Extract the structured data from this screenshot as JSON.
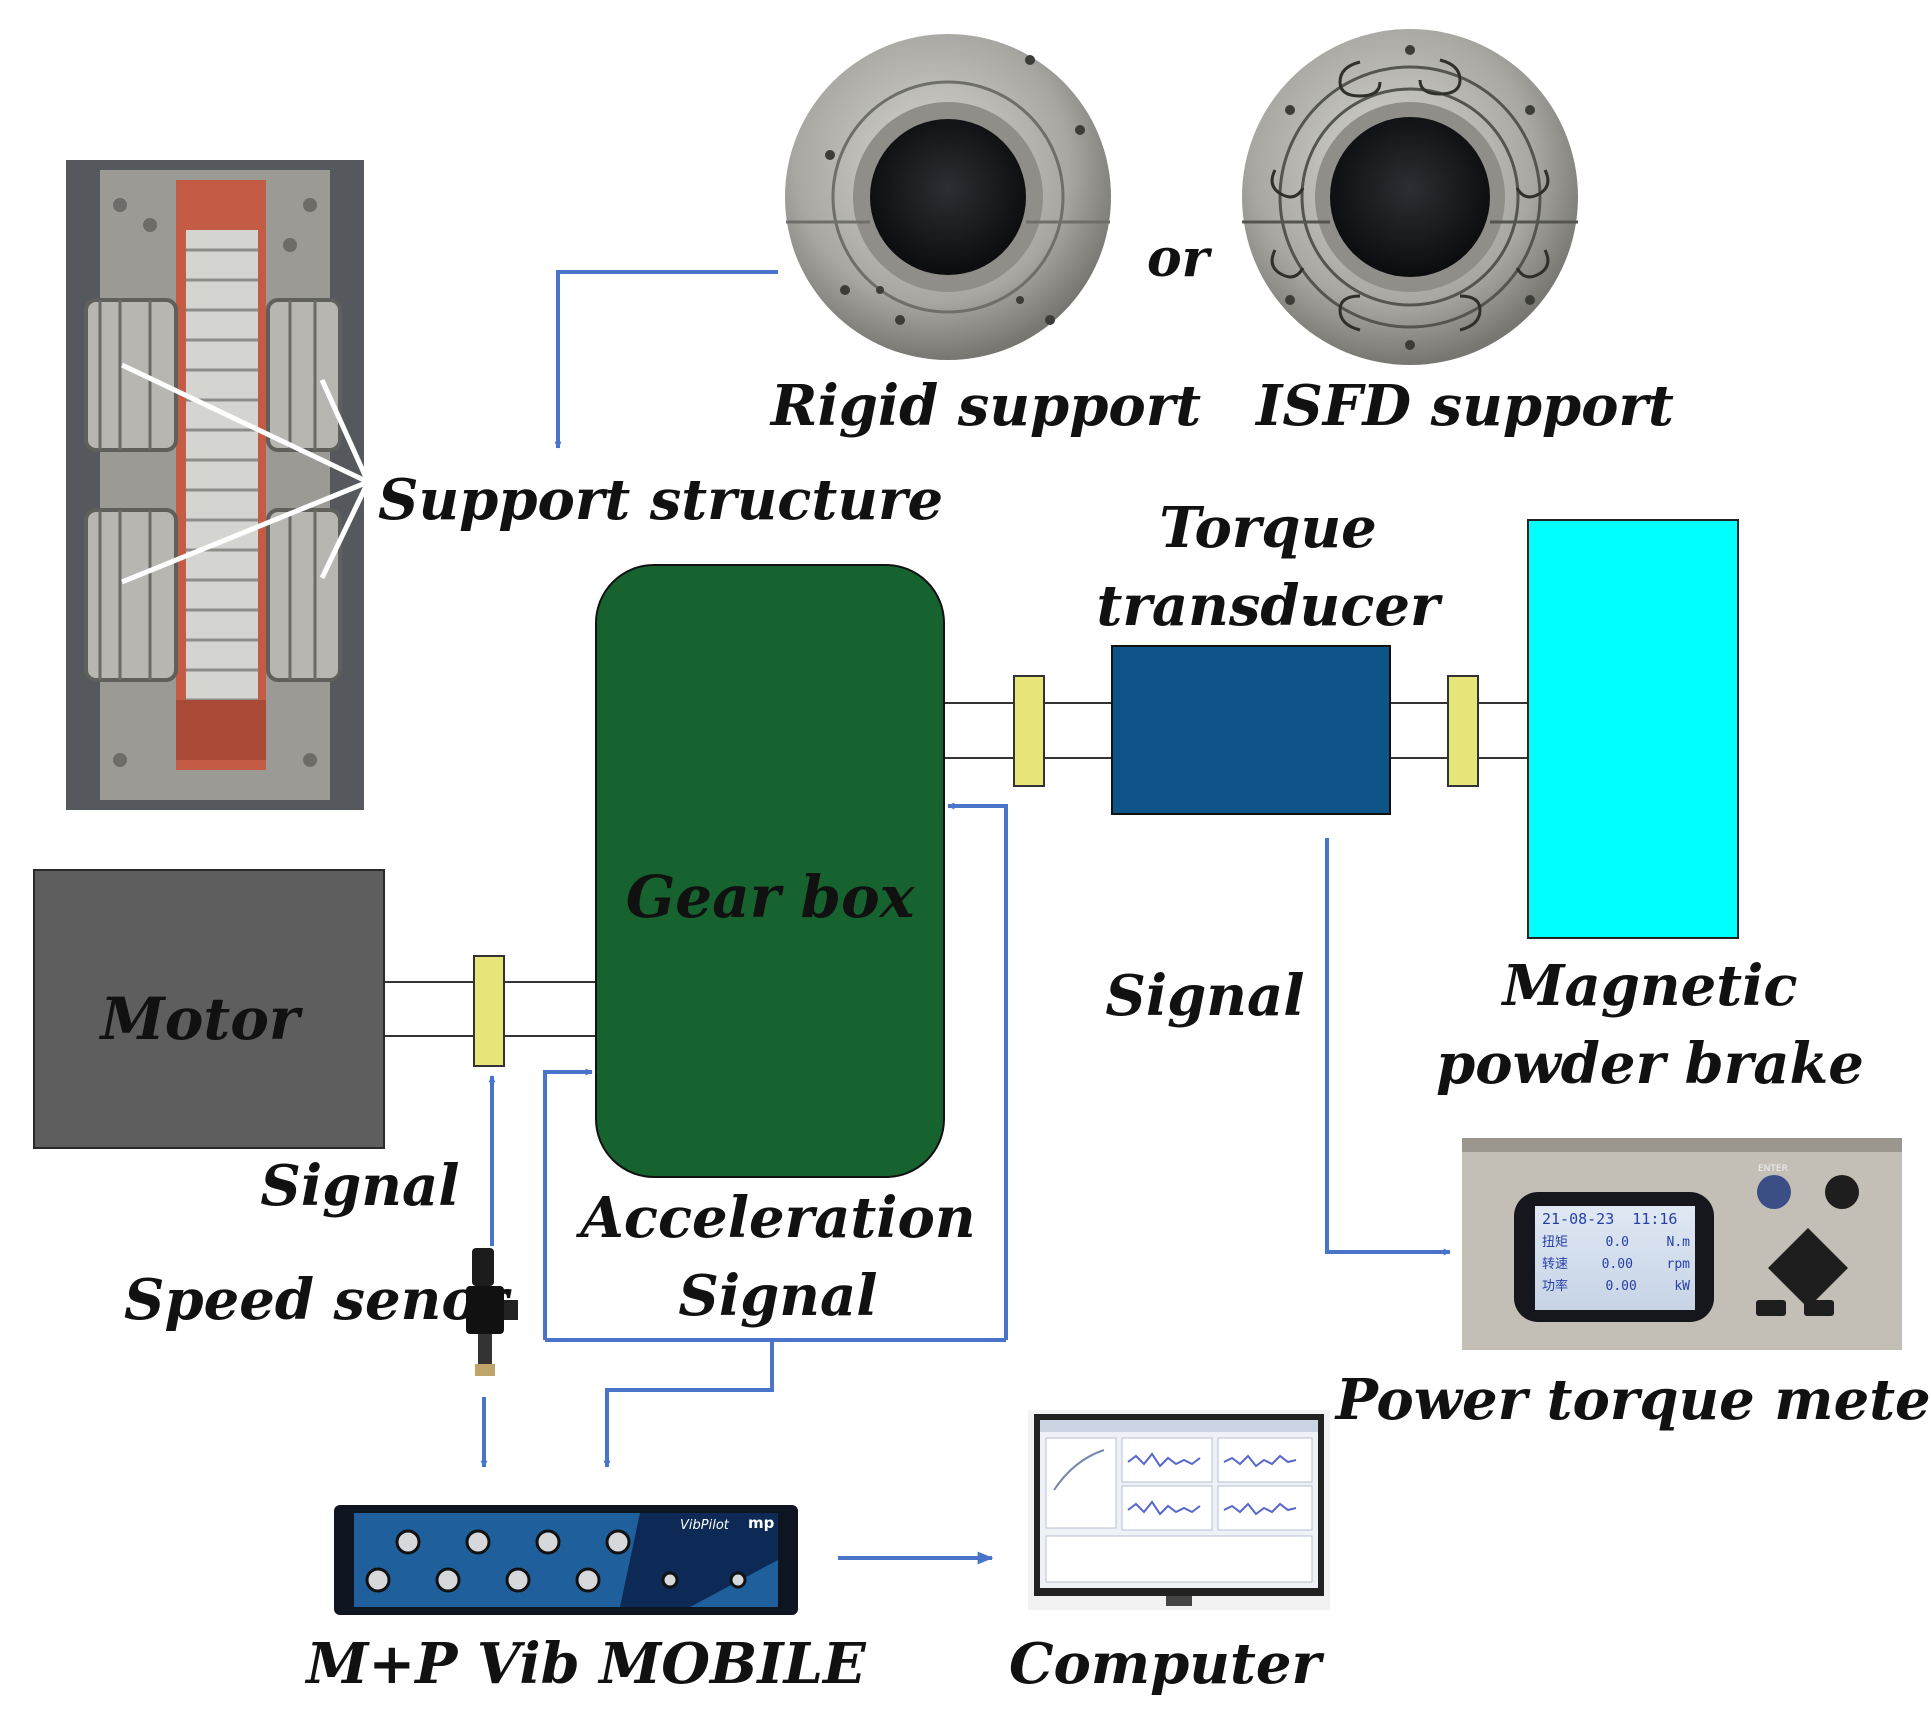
{
  "labels": {
    "or": "or",
    "rigid_support": "Rigid support",
    "isfd_support": "ISFD support",
    "support_structure": "Support  structure",
    "torque_transducer_line1": "Torque",
    "torque_transducer_line2": "transducer",
    "gear_box": "Gear box",
    "motor": "Motor",
    "signal_torque": "Signal",
    "magnetic_line1": "Magnetic",
    "magnetic_line2": "powder brake",
    "signal_motor": "Signal",
    "acceleration_line1": "Acceleration",
    "acceleration_line2": "Signal",
    "speed_sensor": "Speed senor",
    "power_torque_meter": "Power torque meter",
    "daq": "M+P Vib MOBILE",
    "computer": "Computer"
  },
  "meter_display": {
    "datetime": "21-08-23  11:16",
    "row1": {
      "name": "扭矩",
      "value": "0.0",
      "unit": "N.m"
    },
    "row2": {
      "name": "转速",
      "value": "0.00",
      "unit": "rpm"
    },
    "row3": {
      "name": "功率",
      "value": "0.00",
      "unit": "kW"
    },
    "enter_label": "ENTER"
  },
  "daq_device": {
    "brand": "VibPilot",
    "logo": "mp"
  },
  "colors": {
    "arrow": "#4a74c9",
    "motor": "#5e5e5e",
    "gearbox": "#17632f",
    "transducer": "#0e5489",
    "brake": "#00ffff",
    "coupling": "#e7e67a"
  }
}
